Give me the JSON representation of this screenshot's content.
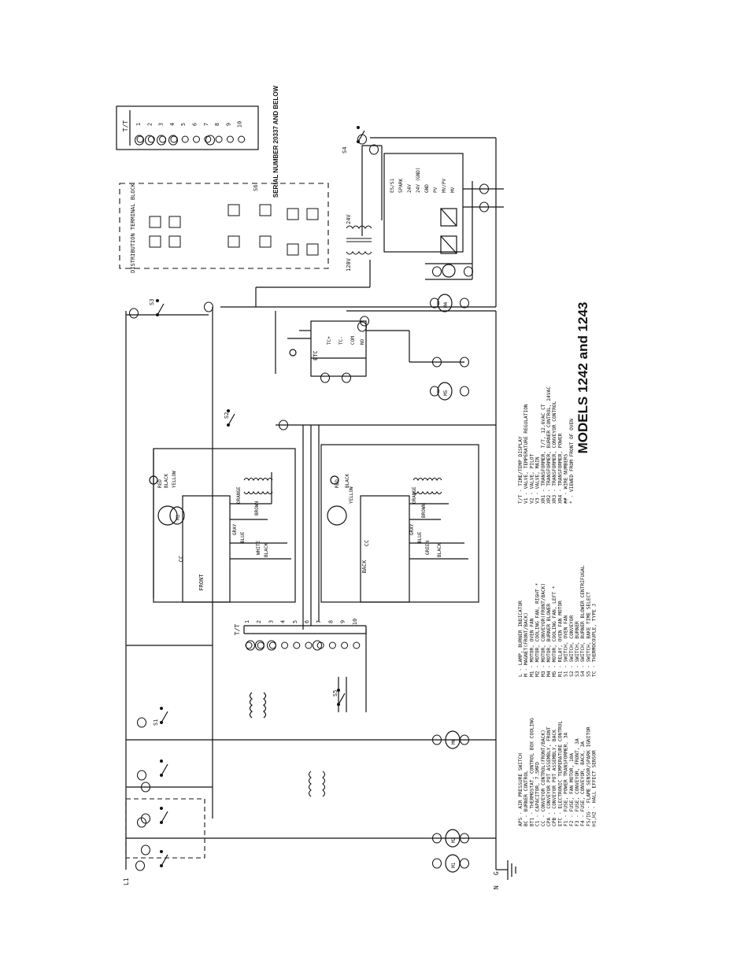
{
  "title": "MODELS 1242 and 1243",
  "serial_number_note": "SERIAL NUMBER 20337 AND BELOW",
  "distribution_block_label": "DISTRIBUTION TERMINAL BLOCK",
  "switch_labels": [
    "S1",
    "S2",
    "S3",
    "S4",
    "S5",
    "S6"
  ],
  "line_labels": {
    "l1": "L1",
    "n": "N",
    "g": "G"
  },
  "transformer_voltages": {
    "primary": "120V",
    "secondary": "24V"
  },
  "temp_display_label": "T/T",
  "temp_display_top_label": "T/T",
  "terminal_numbers": [
    "1",
    "2",
    "3",
    "4",
    "5",
    "6",
    "7",
    "8",
    "9",
    "10"
  ],
  "control_sections": {
    "front": "FRONT",
    "back": "BACK",
    "cc": "CC"
  },
  "wire_colors": [
    "RED",
    "ORANGE",
    "BLACK",
    "YELLOW",
    "BROWN",
    "GRAY",
    "BLUE",
    "WHITE",
    "GREEN"
  ],
  "etc_labels": {
    "name": "ETC",
    "tc_plus": "TC+",
    "tc_minus": "TC-",
    "com": "COM",
    "no": "NO"
  },
  "burner_control_pins": [
    "ES/S1",
    "SPARK",
    "24V",
    "24V (GND)",
    "GND",
    "PV",
    "MV/PV",
    "MV"
  ],
  "motor_labels": [
    "M1",
    "M2",
    "M3",
    "M4",
    "M5",
    "M6"
  ],
  "legend_col1": [
    "APS - AIR PRESSURE SWITCH",
    "BC - BURNER CONTROL",
    "BT1 - THERMOSTAT, CONTROL BOX COOLING",
    "C1 - CAPACITOR, 7.5MFD",
    "CC - CONVEYOR CONTROL(FRONT/BACK)",
    "CPA - CONVEYOR POT ASSEMBLY, FRONT",
    "CPB - CONVEYOR POT ASSEMBLY, BACK",
    "ETC - ELECTRONIC TEMPERATURE CONTROL",
    "F1 - FUSE, POWER TRANSFORMER, 3A",
    "F2 - FUSE, FAN MOTOR, 10A",
    "F3 - FUSE, CONVEYOR, FRONT, 3A",
    "F4 - FUSE, CONVEYOR, BACK, 3A",
    "FS/IG - FLAME SENSOR/SPARK IGNITOR",
    "H1,H2 - HALL EFFECT SENSOR"
  ],
  "legend_col2": [
    "L - LAMP, BURNER INDICATOR",
    "M - MAGNET(FRONT/BACK)",
    "M1 - MOTOR, OVEN FAN",
    "M2 - MOTOR, COOLING FAN, RIGHT *",
    "M3 - MOTOR, CONVEYOR(FRONT/BACK)",
    "M4 - MOTOR, BURNER BLOWER",
    "M5 - MOTOR, COOLING FAN, LEFT *",
    "R1 - RELAY, OVEN FAN MOTOR",
    "S1 - SWITCH, OVEN FAN",
    "S2 - SWITCH, CONVEYOR",
    "S3 - SWITCH, BURNER",
    "S4 - SWITCH, BURNER BLOWER CENTRIFUGAL",
    "S5 - SWITCH, BAKE TIME SELECT",
    "TC - THERMOCOUPLE, TYPE J"
  ],
  "legend_col3": [
    "T/T - TIME/TEMP DISPLAY",
    "V1 - VALVE, TEMPERATURE REGULATION",
    "V2 - VALVE, PILOT",
    "V3 - VALVE, MAIN",
    "XR1 - TRANSFORMER, T/T, 12.6VAC CT",
    "XR2 - TRANSFORMER, BURNER CONTROL, 24VAC",
    "XR3 - TRANSFORMER, CONVEYOR CONTROL",
    "XR4 - TRANSFORMER, POWER",
    "## - WIRE NUMBERS",
    "* - VIEWED FROM FRONT OF OVEN"
  ]
}
